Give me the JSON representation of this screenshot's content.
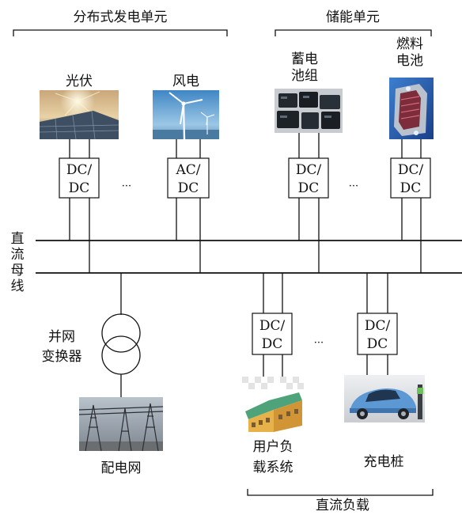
{
  "groups": {
    "distributed_generation": "分布式发电单元",
    "storage": "储能单元",
    "dc_load": "直流负载"
  },
  "bus_label": [
    "直",
    "流",
    "母",
    "线"
  ],
  "sources": {
    "pv": "光伏",
    "wind": "风电",
    "battery": [
      "蓄电",
      "池组"
    ],
    "fuel_cell": [
      "燃料",
      "电池"
    ]
  },
  "converters": {
    "dcdc": [
      "DC/",
      "DC"
    ],
    "acdc": [
      "AC/",
      "DC"
    ]
  },
  "ellipsis": "···",
  "grid": {
    "transformer": [
      "并网",
      "变换器"
    ],
    "network": "配电网"
  },
  "loads": {
    "user": [
      "用户负",
      "载系统"
    ],
    "charger": "充电桩"
  }
}
